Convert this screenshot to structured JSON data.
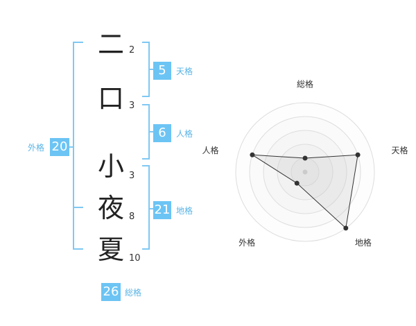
{
  "name": {
    "surname": [
      {
        "char": "二",
        "strokes": "2"
      },
      {
        "char": "口",
        "strokes": "3"
      }
    ],
    "given": [
      {
        "char": "小",
        "strokes": "3"
      },
      {
        "char": "夜",
        "strokes": "8"
      },
      {
        "char": "夏",
        "strokes": "10"
      }
    ]
  },
  "kakusu": {
    "tenkaku": {
      "value": "5",
      "label": "天格"
    },
    "jinkaku": {
      "value": "6",
      "label": "人格"
    },
    "chikaku": {
      "value": "21",
      "label": "地格"
    },
    "gaikaku": {
      "value": "20",
      "label": "外格"
    },
    "soukaku": {
      "value": "26",
      "label": "総格"
    }
  },
  "colors": {
    "accent": "#6cc4f4",
    "bracket": "#7fc8f3",
    "label": "#5ab4e6"
  },
  "chart_data": {
    "type": "radar",
    "axes": [
      "総格",
      "天格",
      "地格",
      "外格",
      "人格"
    ],
    "series": [
      {
        "values": [
          1,
          4,
          5,
          1,
          4
        ]
      }
    ],
    "range": [
      0,
      5
    ],
    "rings": 5,
    "grid": true
  }
}
